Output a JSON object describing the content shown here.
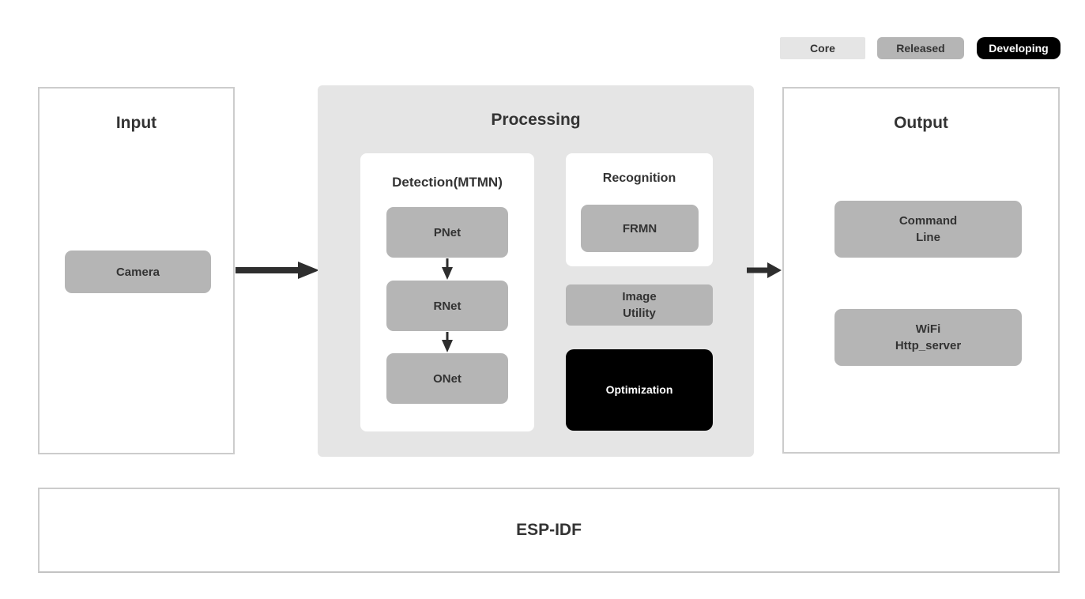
{
  "legend": {
    "items": [
      {
        "label": "Core",
        "status": "core"
      },
      {
        "label": "Released",
        "status": "released"
      },
      {
        "label": "Developing",
        "status": "developing"
      }
    ]
  },
  "input": {
    "title": "Input",
    "camera_label": "Camera"
  },
  "processing": {
    "title": "Processing",
    "detection": {
      "title": "Detection(MTMN)",
      "pnet": "PNet",
      "rnet": "RNet",
      "onet": "ONet"
    },
    "recognition": {
      "title": "Recognition",
      "frmn": "FRMN"
    },
    "image_utility_label": "Image\nUtility",
    "optimization_label": "Optimization"
  },
  "output": {
    "title": "Output",
    "command_line_label": "Command\nLine",
    "wifi_label": "WiFi\nHttp_server"
  },
  "foundation": {
    "title": "ESP-IDF"
  },
  "colors": {
    "core": "#e5e5e5",
    "released": "#b5b5b5",
    "developing": "#000000",
    "border": "#cccccc",
    "text": "#333333",
    "arrow": "#2e2e2e"
  }
}
